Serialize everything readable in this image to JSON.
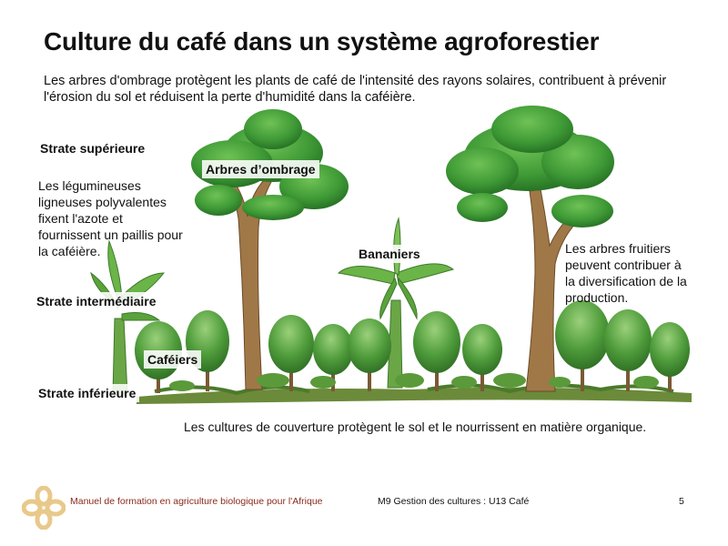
{
  "title": "Culture du café dans un système agroforestier",
  "intro": "Les arbres d'ombrage protègent les plants de café de l'intensité des rayons solaires, contribuent à prévenir l'érosion du sol et réduisent la perte d'humidité dans la caféière.",
  "labels": {
    "strate_superieure": "Strate supérieure",
    "legumineuses": "Les légumineuses ligneuses polyvalentes fixent l'azote et fournissent un paillis pour la caféière.",
    "arbres_ombrage": "Arbres d’ombrage",
    "bananiers": "Bananiers",
    "arbres_fruitiers": "Les arbres fruitiers peuvent contribuer à la diversification de la production.",
    "strate_intermediaire": "Strate intermédiaire",
    "cafeiers": "Caféiers",
    "strate_inferieure": "Strate inférieure",
    "cultures_couverture": "Les cultures de couverture protègent le sol et le nourrissent en matière organique."
  },
  "footer": {
    "left": "Manuel de formation en agriculture biologique pour l'Afrique",
    "middle": "M9 Gestion des cultures : U13 Café",
    "page_number": "5"
  },
  "colors": {
    "footer_left_text": "#8a2a1c",
    "logo": "#e8c98a",
    "foliage": "#3f9a36",
    "trunk": "#a07848"
  }
}
